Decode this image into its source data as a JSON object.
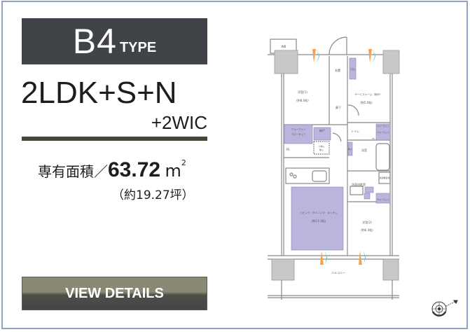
{
  "unit": {
    "type_code": "B4",
    "type_suffix": "TYPE",
    "layout": "2LDK+S+N",
    "layout_extra": "+2WIC",
    "area_label": "専有面積／",
    "area_value": "63.72",
    "area_unit": "m",
    "area_sup": "2",
    "tsubo": "（約19.27坪）"
  },
  "button": {
    "label": "VIEW DETAILS"
  },
  "plan": {
    "wb": "WB",
    "entrance": "玄関",
    "shoe": "下足入",
    "hall": "廊下",
    "room1": "洋室(1)",
    "room1_size": "(約6.0帖)",
    "service": "サービスルーム（納戸）",
    "service_size": "(約5.0帖)",
    "wic": "ウォークイン",
    "wic2": "クローゼット",
    "nando": "納戸",
    "storage": "小物入",
    "storage2": "物入",
    "ps": "PS",
    "toilet": "トイレ",
    "bath": "浴室",
    "bath2": "物入",
    "ldk": "リビング・ダイニング・キッチン",
    "ldk_size": "(約13.1帖)",
    "washroom": "洗面化粧室",
    "washer": "洗濯機置場",
    "closet": "クローゼット",
    "room2": "洋室(2)",
    "room2_size": "(約6.3帖)",
    "balcony": "バルコニー"
  },
  "colors": {
    "accent_purple": "#b9b5dc",
    "title_bg": "#404347",
    "rule": "#474438",
    "window_orange": "#f5a34a",
    "window_teal": "#3ec7c7"
  }
}
